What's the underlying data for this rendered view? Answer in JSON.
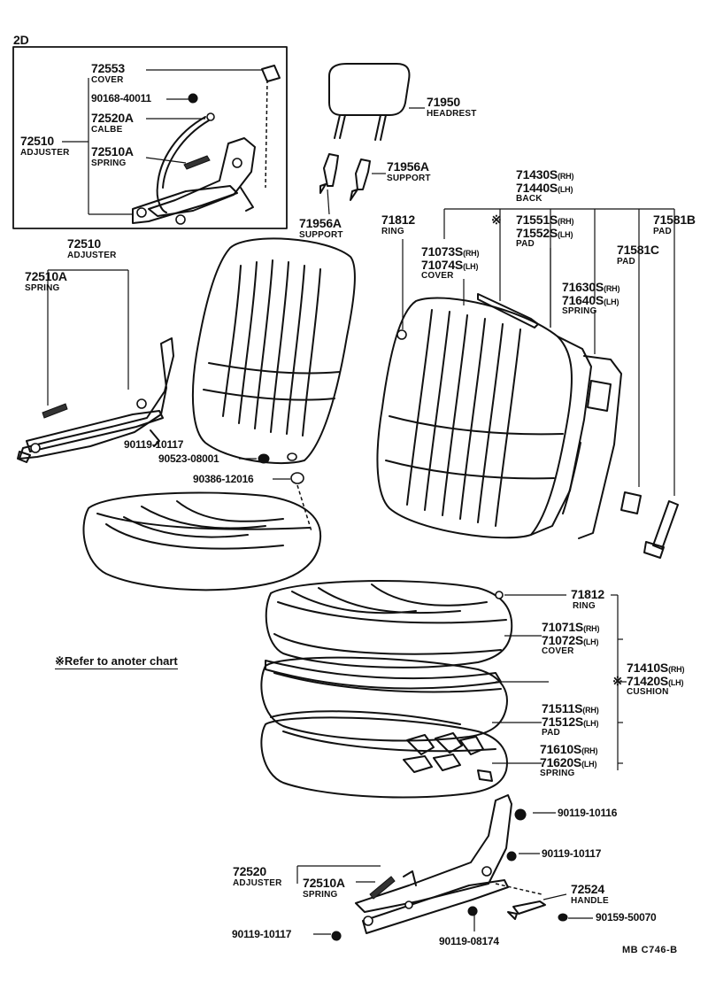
{
  "diagram": {
    "inset_label": "2D",
    "note": "※Refer to anoter chart",
    "ref_code": "MB  C746-B",
    "parts": {
      "p72553": {
        "number": "72553",
        "name": "COVER"
      },
      "p90168": {
        "number": "90168-40011"
      },
      "p72520A": {
        "number": "72520A",
        "name": "CALBE"
      },
      "p72510_inset": {
        "number": "72510",
        "name": "ADJUSTER"
      },
      "p72510A_inset": {
        "number": "72510A",
        "name": "SPRING"
      },
      "p71950": {
        "number": "71950",
        "name": "HEADREST"
      },
      "p71956A_r": {
        "number": "71956A",
        "name": "SUPPORT"
      },
      "p71956A_l": {
        "number": "71956A",
        "name": "SUPPORT"
      },
      "p71430": {
        "number": "71430S",
        "suffix": "(RH)"
      },
      "p71440": {
        "number": "71440S",
        "suffix": "(LH)",
        "name": "BACK"
      },
      "p71812_top": {
        "number": "71812",
        "name": "RING"
      },
      "p71551": {
        "number": "71551S",
        "suffix": "(RH)"
      },
      "p71552": {
        "number": "71552S",
        "suffix": "(LH)",
        "name": "PAD"
      },
      "p71581B": {
        "number": "71581B",
        "name": "PAD"
      },
      "p71581C": {
        "number": "71581C",
        "name": "PAD"
      },
      "p71073": {
        "number": "71073S",
        "suffix": "(RH)"
      },
      "p71074": {
        "number": "71074S",
        "suffix": "(LH)",
        "name": "COVER"
      },
      "p71630": {
        "number": "71630S",
        "suffix": "(RH)"
      },
      "p71640": {
        "number": "71640S",
        "suffix": "(LH)",
        "name": "SPRING"
      },
      "p72510_mid": {
        "number": "72510",
        "name": "ADJUSTER"
      },
      "p72510A_mid": {
        "number": "72510A",
        "name": "SPRING"
      },
      "p90119_10117_mid": {
        "number": "90119-10117"
      },
      "p90523": {
        "number": "90523-08001"
      },
      "p90386": {
        "number": "90386-12016"
      },
      "p71812_low": {
        "number": "71812",
        "name": "RING"
      },
      "p71071": {
        "number": "71071S",
        "suffix": "(RH)"
      },
      "p71072": {
        "number": "71072S",
        "suffix": "(LH)",
        "name": "COVER"
      },
      "p71410": {
        "number": "71410S",
        "suffix": "(RH)"
      },
      "p71420": {
        "number": "71420S",
        "suffix": "(LH)",
        "name": "CUSHION"
      },
      "p71511": {
        "number": "71511S",
        "suffix": "(RH)"
      },
      "p71512": {
        "number": "71512S",
        "suffix": "(LH)",
        "name": "PAD"
      },
      "p71610": {
        "number": "71610S",
        "suffix": "(RH)"
      },
      "p71620": {
        "number": "71620S",
        "suffix": "(LH)",
        "name": "SPRING"
      },
      "p90119_10116": {
        "number": "90119-10116"
      },
      "p90119_10117_low": {
        "number": "90119-10117"
      },
      "p72520": {
        "number": "72520",
        "name": "ADJUSTER"
      },
      "p72510A_low": {
        "number": "72510A",
        "name": "SPRING"
      },
      "p72524": {
        "number": "72524",
        "name": "HANDLE"
      },
      "p90159": {
        "number": "90159-50070"
      },
      "p90119_10117_bl": {
        "number": "90119-10117"
      },
      "p90119_08174": {
        "number": "90119-08174"
      }
    }
  }
}
